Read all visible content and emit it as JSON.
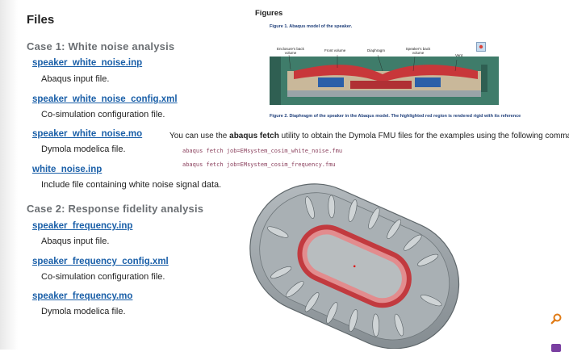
{
  "left": {
    "title": "Files",
    "case1": {
      "heading": "Case 1: White noise analysis",
      "files": [
        {
          "name": "speaker_white_noise.inp",
          "desc": "Abaqus input file."
        },
        {
          "name": "speaker_white_noise_config.xml",
          "desc": "Co-simulation configuration file."
        },
        {
          "name": "speaker_white_noise.mo",
          "desc": "Dymola modelica file."
        },
        {
          "name": "white_noise.inp",
          "desc": "Include file containing white noise signal data."
        }
      ]
    },
    "case2": {
      "heading": "Case 2: Response fidelity analysis",
      "files": [
        {
          "name": "speaker_frequency.inp",
          "desc": "Abaqus input file."
        },
        {
          "name": "speaker_frequency_config.xml",
          "desc": "Co-simulation configuration file."
        },
        {
          "name": "speaker_frequency.mo",
          "desc": "Dymola modelica file."
        }
      ]
    }
  },
  "figures": {
    "heading": "Figures",
    "caption1": "Figure 1. Abaqus model of the speaker.",
    "caption2": "Figure 2. Diaphragm of the speaker in the Abaqus model. The highlighted red region is rendered rigid with its reference",
    "fig1_labels": {
      "enclosure_back": "Enclosure's back volume",
      "front_volume": "Front volume",
      "diaphragm": "Diaphragm",
      "speaker_back": "Speaker's back volume",
      "vent": "Vent"
    }
  },
  "body": {
    "pre": "You can use the ",
    "bold": "abaqus fetch",
    "post": " utility to obtain the Dymola FMU files for the examples using the following commands",
    "cmd1": "abaqus fetch job=EMsystem_cosim_white_noise.fmu",
    "cmd2": "abaqus fetch job=EMsystem_cosim_frequency.fmu"
  },
  "colors": {
    "link": "#1a5fa8",
    "heading": "#6b6f73",
    "code": "#8a3f5c",
    "caption": "#1f3f7a"
  }
}
